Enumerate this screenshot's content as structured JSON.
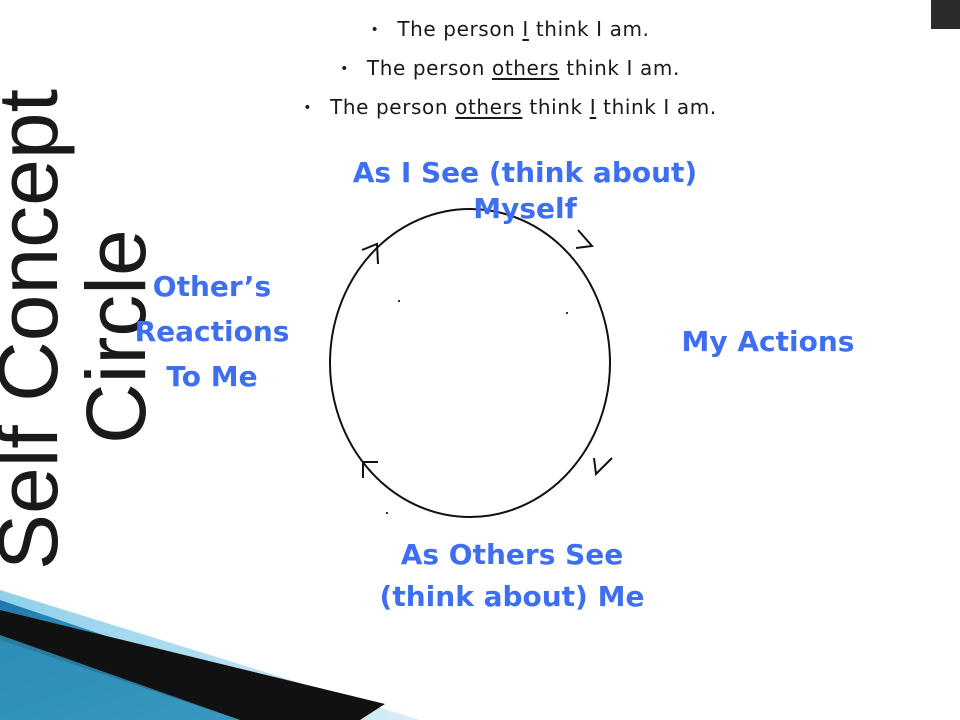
{
  "bullets": [
    {
      "parts": [
        "The person ",
        "I",
        " think I am."
      ]
    },
    {
      "parts": [
        "The person ",
        "others",
        " think I am."
      ]
    },
    {
      "parts": [
        "The person ",
        "others",
        " think ",
        "I",
        " think I am."
      ]
    }
  ],
  "vertical_title": {
    "line1": "Self Concept",
    "line2": "Circle"
  },
  "nodes": {
    "top_line1": "As I See (think about)",
    "top_line2": "Myself",
    "right": "My Actions",
    "bottom_line1": "As Others See",
    "bottom_line2": "(think about) Me",
    "left_line1": "Other’s",
    "left_line2": "Reactions",
    "left_line3": "To Me"
  },
  "colors": {
    "label_blue": "#3d6ff0",
    "text_dark": "#1a1a1a",
    "decor_teal": "#2f8fb7",
    "decor_light": "#8fd0ea"
  }
}
